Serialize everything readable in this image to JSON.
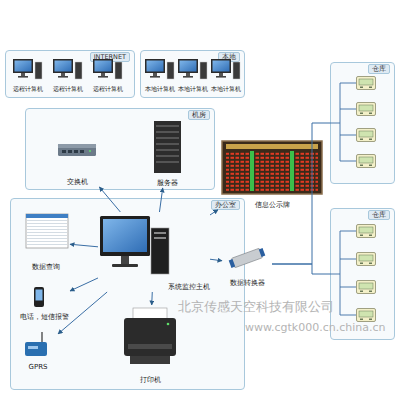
{
  "diagram": {
    "nodes": [
      {
        "text": [
          "INTERNET"
        ]
      },
      {
        "text": [
          "远程计算机"
        ],
        "in": 0
      },
      {
        "text": [
          "远程计算机"
        ],
        "in": 0
      },
      {
        "text": [
          "远程计算机"
        ],
        "in": 0
      },
      {
        "text": [
          "本地"
        ]
      },
      {
        "text": [
          "本地计算机"
        ],
        "in": 4
      },
      {
        "text": [
          "本地计算机"
        ],
        "in": 4
      },
      {
        "text": [
          "本地计算机"
        ],
        "in": 4
      },
      {
        "text": [
          "机房"
        ]
      },
      {
        "text": [
          "交换机"
        ],
        "in": 8
      },
      {
        "text": [
          "服务器"
        ],
        "in": 8
      },
      {
        "text": [
          "仓库"
        ]
      },
      {
        "text": [
          "信息公示牌"
        ]
      },
      {
        "text": [
          "办公室"
        ]
      },
      {
        "text": [
          "数据查询"
        ],
        "in": 13
      },
      {
        "text": [
          "系统监控主机"
        ],
        "in": 13
      },
      {
        "text": [
          "电话，短信报警"
        ],
        "in": 13
      },
      {
        "text": [
          "GPRS"
        ],
        "in": 13
      },
      {
        "text": [
          "打印机"
        ],
        "in": 13
      },
      {
        "text": [
          "数据转换器"
        ]
      },
      {
        "text": [
          "仓库"
        ]
      }
    ],
    "edges": [
      {
        "from": 15,
        "to": 9,
        "arrow": "to"
      },
      {
        "from": 15,
        "to": 10,
        "arrow": "to"
      },
      {
        "from": 15,
        "to": 12,
        "arrow": "to"
      },
      {
        "from": 15,
        "to": 14,
        "arrow": "to"
      },
      {
        "from": 15,
        "to": 16,
        "arrow": "to"
      },
      {
        "from": 15,
        "to": 17,
        "arrow": "to"
      },
      {
        "from": 15,
        "to": 18,
        "arrow": "to"
      },
      {
        "from": 15,
        "to": 19,
        "arrow": "to"
      },
      {
        "from": 19,
        "to": 11,
        "arrow": "none"
      },
      {
        "from": 19,
        "to": 20,
        "arrow": "none"
      }
    ],
    "labels": [
      "北京传感天空科技有限公司",
      "www.cgtk000.cn.china.cn"
    ]
  }
}
